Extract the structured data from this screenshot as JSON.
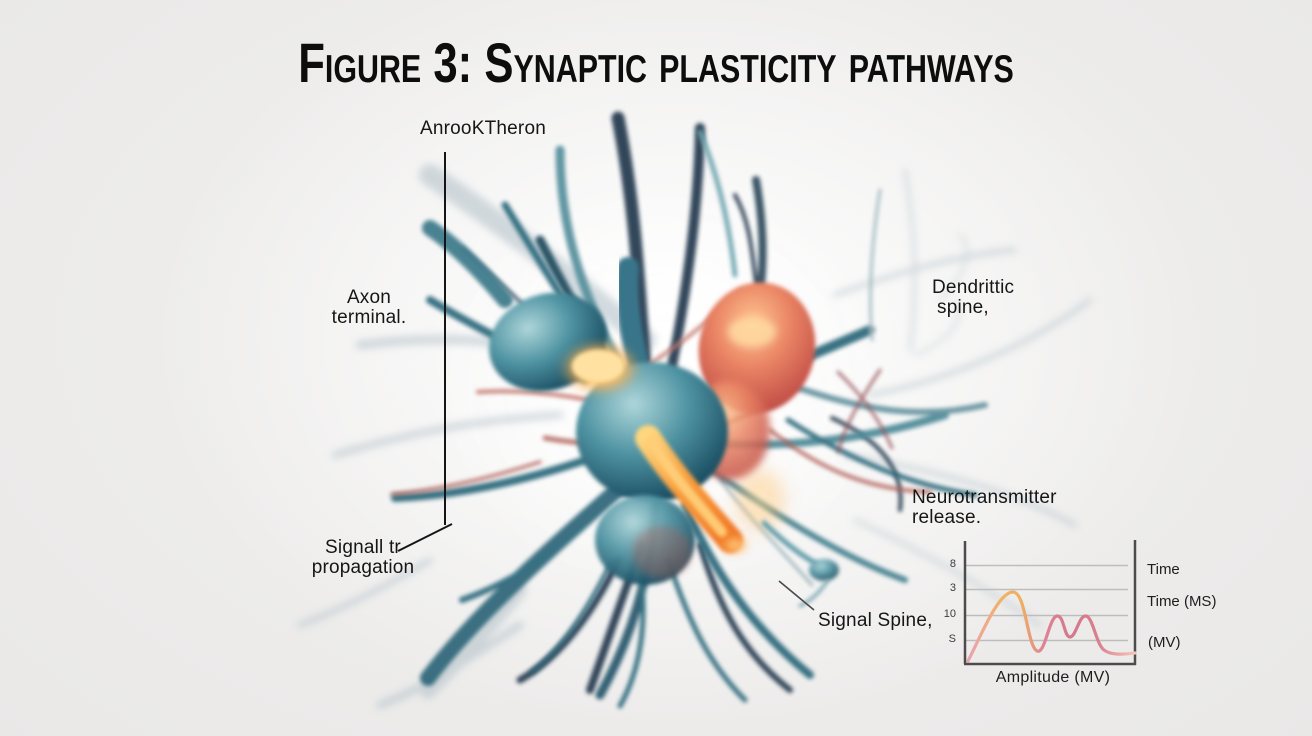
{
  "title": "Figure 3: Synaptic plasticity pathways",
  "labels": {
    "top_neuron": "AnrooKTheron",
    "axon_terminal": {
      "line1": "Axon",
      "line2": "terminal."
    },
    "signal_propagation": {
      "line1": "Signall tr",
      "line2": "propagation"
    },
    "dendritic_spine": {
      "line1": "Dendrittic",
      "line2": "spine,"
    },
    "neurotransmitter_release": {
      "line1": "Neurotransmitter",
      "line2": "release."
    },
    "signal_spine": "Signal Spine,"
  },
  "inset_chart": {
    "xlabel": "Amplitude (MV)",
    "ytick_labels": [
      "8",
      "3",
      "10",
      "S"
    ],
    "right_labels": [
      "Time",
      "Time (MS)",
      "(MV)"
    ]
  },
  "chart_data": {
    "type": "line",
    "title": "",
    "xlabel": "Amplitude (MV)",
    "ylabel": "",
    "ytick_labels_shown": [
      "8",
      "3",
      "10",
      "S"
    ],
    "right_axis_annotations": [
      "Time",
      "Time (MS)",
      "(MV)"
    ],
    "x": [
      0,
      1,
      2,
      3,
      4,
      5,
      6,
      7,
      8,
      9,
      10,
      11,
      12
    ],
    "series": [
      {
        "name": "signal-trace",
        "values": [
          0.03,
          0.25,
          0.6,
          0.35,
          0.11,
          0.4,
          0.22,
          0.4,
          0.25,
          0.12,
          0.08,
          0.09,
          0.09
        ]
      }
    ],
    "ylim": [
      0,
      1
    ],
    "grid": true,
    "legend": "none",
    "line_colors": [
      "#f0b264",
      "#d8808e"
    ]
  },
  "colors": {
    "background": "#eae9e8",
    "title_text": "#0d0d0d",
    "label_text": "#161616",
    "annotation_line": "#151515",
    "neuron_teal": "#2e6b7d",
    "neuron_navy": "#22384e",
    "neuron_red": "#d4604c",
    "synapse_orange": "#f0812c",
    "curve_orange": "#efb164",
    "curve_rose": "#d8808e",
    "chart_axis": "#4c4c4c",
    "chart_grid": "#bdbdbd"
  }
}
